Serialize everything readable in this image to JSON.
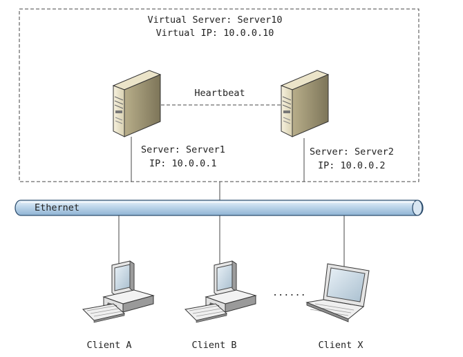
{
  "cluster": {
    "title_line1": "Virtual Server: Server10",
    "title_line2": "Virtual IP: 10.0.0.10",
    "heartbeat_label": "Heartbeat"
  },
  "servers": [
    {
      "name_label": "Server: Server1",
      "ip_label": "IP: 10.0.0.1"
    },
    {
      "name_label": "Server: Server2",
      "ip_label": "IP: 10.0.0.2"
    }
  ],
  "network": {
    "label": "Ethernet",
    "color": "#bcd5ea"
  },
  "clients": [
    {
      "label": "Client A",
      "icon": "desktop-computer-icon"
    },
    {
      "label": "Client B",
      "icon": "desktop-computer-icon"
    },
    {
      "label": "Client X",
      "icon": "laptop-icon"
    }
  ],
  "ellipsis": "......"
}
